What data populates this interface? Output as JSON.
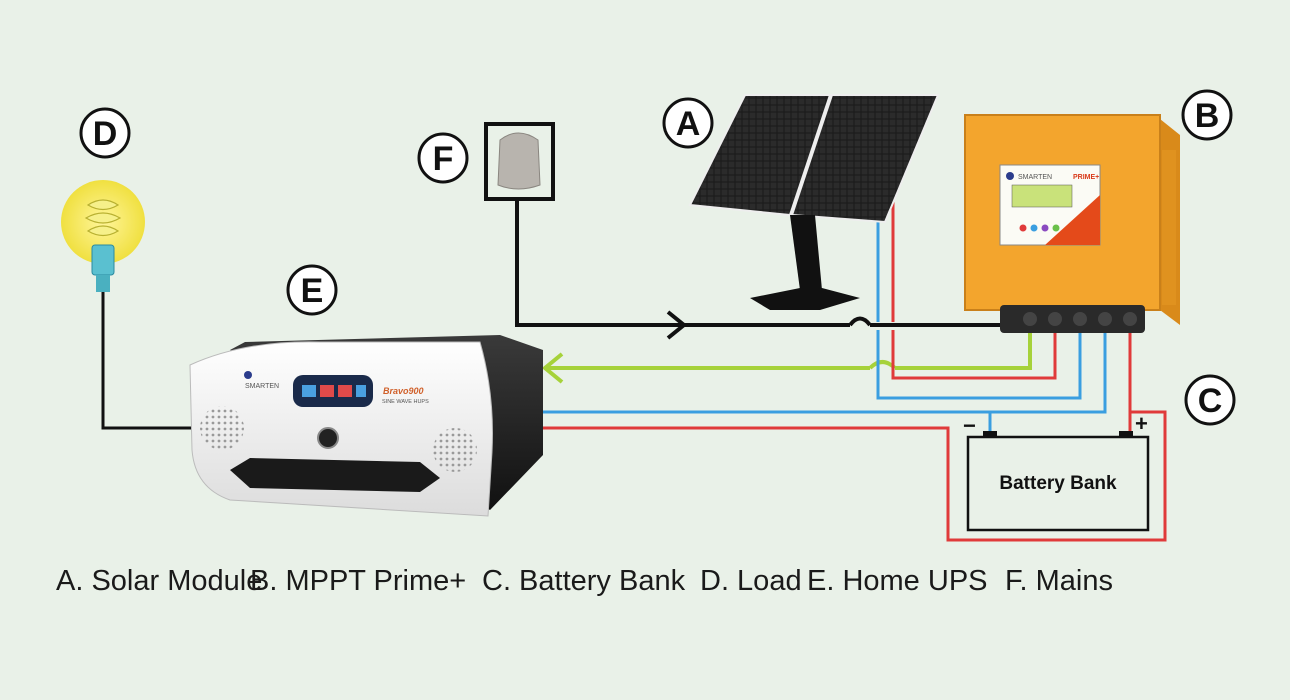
{
  "components": {
    "A": {
      "tag": "A",
      "kind": "solar-panel"
    },
    "B": {
      "tag": "B",
      "kind": "charge-controller",
      "brand": "SMARTEN",
      "model": "PRIME+"
    },
    "C": {
      "tag": "C",
      "kind": "battery",
      "label": "Battery Bank"
    },
    "D": {
      "tag": "D",
      "kind": "bulb"
    },
    "E": {
      "tag": "E",
      "kind": "ups",
      "brand": "SMARTEN",
      "model": "Bravo900",
      "submodel": "SINE WAVE HUPS"
    },
    "F": {
      "tag": "F",
      "kind": "wall-socket"
    }
  },
  "battery": {
    "minus": "−",
    "plus": "+"
  },
  "legend": [
    {
      "text": "A. Solar Module"
    },
    {
      "text": "B. MPPT Prime+"
    },
    {
      "text": "C. Battery Bank"
    },
    {
      "text": "D. Load"
    },
    {
      "text": "E. Home UPS"
    },
    {
      "text": "F.  Mains"
    }
  ],
  "colors": {
    "background": "#e9f1e8",
    "wire_red": "#e03a3a",
    "wire_blue": "#3a9ee0",
    "wire_green": "#a6d23a",
    "wire_black": "#111111",
    "controller_orange": "#f3a52d",
    "bulb_glow": "#f2e64a"
  }
}
